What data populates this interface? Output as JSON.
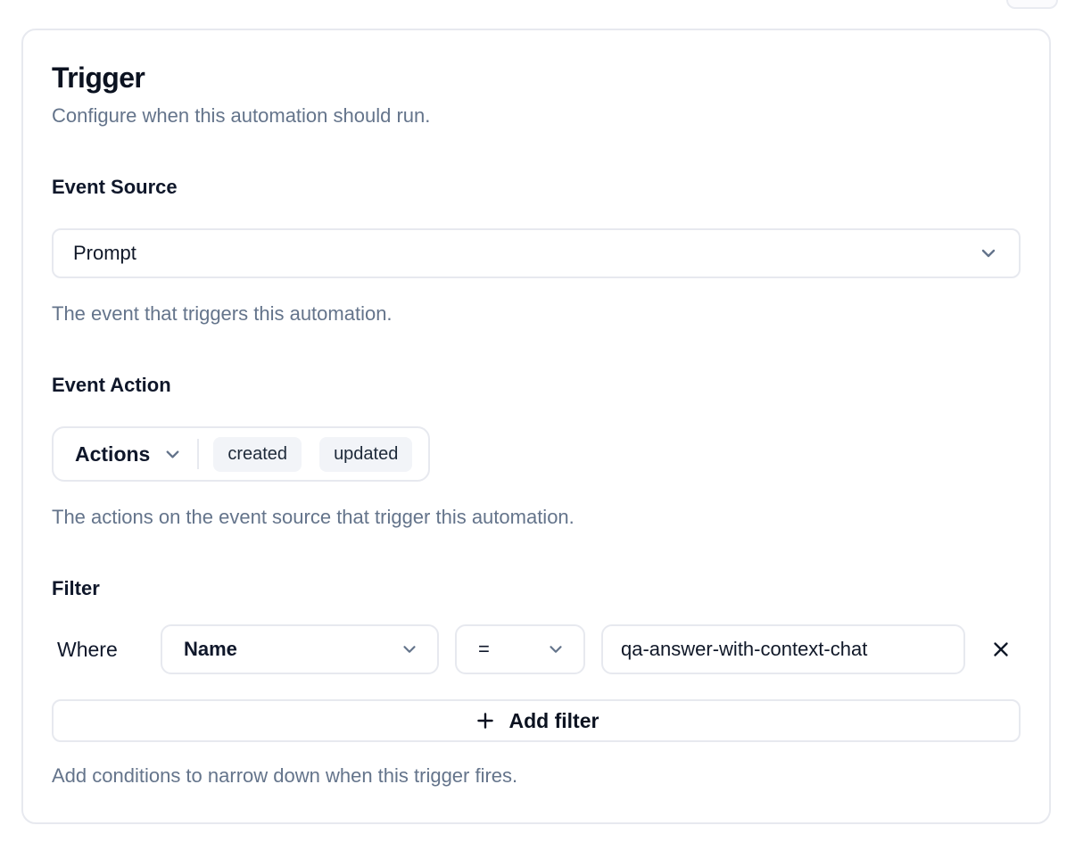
{
  "card": {
    "title": "Trigger",
    "subtitle": "Configure when this automation should run.",
    "event_source": {
      "label": "Event Source",
      "value": "Prompt",
      "help": "The event that triggers this automation."
    },
    "event_action": {
      "label": "Event Action",
      "dropdown_label": "Actions",
      "selected": [
        "created",
        "updated"
      ],
      "help": "The actions on the event source that trigger this automation."
    },
    "filter": {
      "label": "Filter",
      "where_label": "Where",
      "field_value": "Name",
      "operator_value": "=",
      "value": "qa-answer-with-context-chat",
      "add_button_label": "Add filter",
      "help": "Add conditions to narrow down when this trigger fires."
    }
  },
  "icons": {
    "chevron_down": "chevron-down",
    "close": "x-mark",
    "plus": "plus"
  },
  "colors": {
    "text_dark": "#0b1220",
    "text_muted": "#64748b",
    "border": "#e7e9ef",
    "badge_bg": "#f2f4f8",
    "card_bg": "#ffffff"
  }
}
